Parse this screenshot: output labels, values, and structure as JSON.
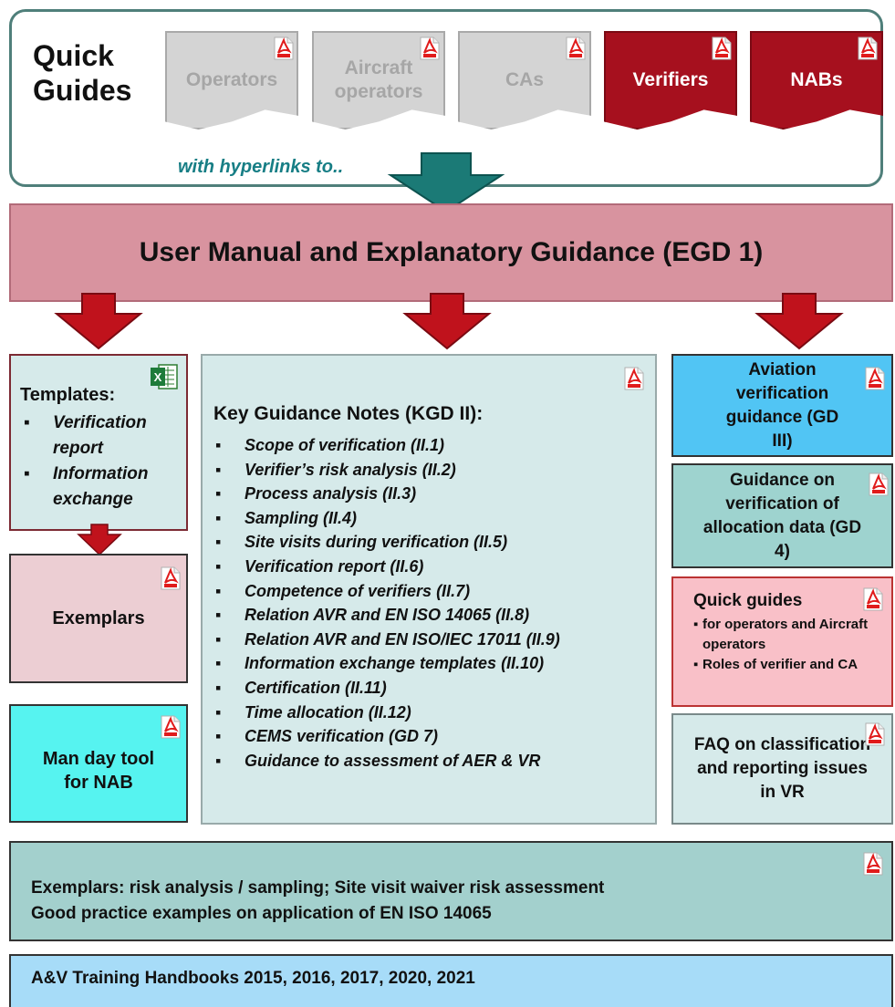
{
  "quick_guides": {
    "title_line1": "Quick",
    "title_line2": "Guides",
    "docs": [
      {
        "label": "Operators",
        "style": "grey"
      },
      {
        "label": "Aircraft operators",
        "style": "grey"
      },
      {
        "label": "CAs",
        "style": "grey"
      },
      {
        "label": "Verifiers",
        "style": "red"
      },
      {
        "label": "NABs",
        "style": "red"
      }
    ],
    "hyperlinks_note": "with hyperlinks to.."
  },
  "manual": {
    "title": "User Manual and Explanatory Guidance (EGD 1)"
  },
  "templates": {
    "title": "Templates:",
    "items": [
      "Verification report",
      "Information exchange"
    ]
  },
  "exemplars": {
    "label": "Exemplars"
  },
  "man_day": {
    "label": "Man day tool for NAB"
  },
  "kgd": {
    "title": "Key Guidance Notes (KGD II):",
    "items": [
      "Scope of verification  (II.1)",
      "Verifier’s risk analysis (II.2)",
      "Process analysis (II.3)",
      "Sampling (II.4)",
      "Site visits during verification (II.5)",
      "Verification report (II.6)",
      "Competence of verifiers (II.7)",
      "Relation AVR and EN ISO 14065 (II.8)",
      "Relation AVR and EN ISO/IEC 17011 (II.9)",
      "Information exchange  templates (II.10)",
      "Certification (II.11)",
      "Time allocation (II.12)",
      "CEMS verification  (GD 7)",
      "Guidance to assessment of AER & VR"
    ]
  },
  "right": {
    "gd3": "Aviation verification guidance (GD III)",
    "gd4": "Guidance on verification of allocation data (GD 4)",
    "quick2_title": "Quick guides",
    "quick2_items": [
      "for operators and Aircraft operators",
      "Roles of verifier and CA"
    ],
    "faq": "FAQ on classification and reporting issues in VR"
  },
  "bottom": {
    "exemplars_line1": "Exemplars: risk analysis / sampling; Site visit waiver risk assessment",
    "exemplars_line2": "Good practice examples on application of EN ISO 14065",
    "handbooks": "A&V Training Handbooks 2015, 2016, 2017, 2020, 2021"
  },
  "colors": {
    "teal_arrow": "#1b7a76",
    "red_arrow": "#c0121c",
    "verifier_red": "#a6101e",
    "manual_pink": "#d8939f"
  },
  "icons": [
    "pdf-icon",
    "excel-icon",
    "arrow-down-icon"
  ]
}
